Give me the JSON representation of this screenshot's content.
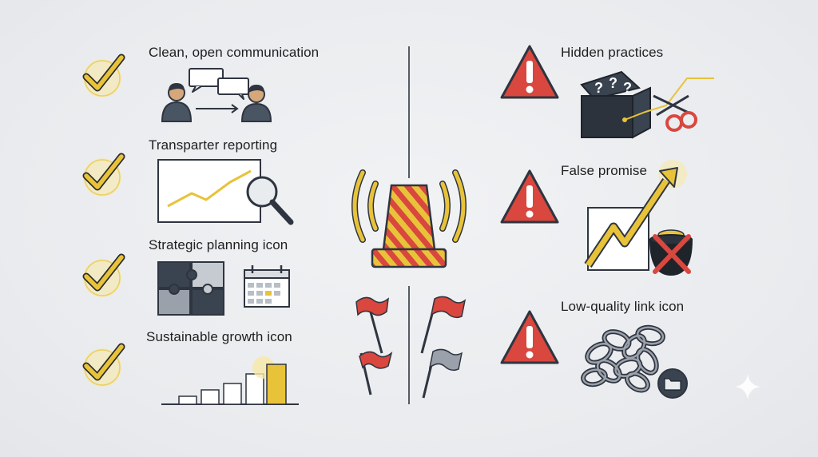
{
  "left_items": [
    {
      "label": "Clean, open communication",
      "icon": "two-people-chat-icon"
    },
    {
      "label": "Transparter reporting",
      "icon": "chart-magnifier-icon"
    },
    {
      "label": "Strategic planning icon",
      "icon": "puzzle-calendar-icon"
    },
    {
      "label": "Sustainable growth icon",
      "icon": "bar-growth-icon"
    }
  ],
  "right_items": [
    {
      "label": "Hidden practices",
      "icon": "mystery-box-scissors-icon"
    },
    {
      "label": "False promise",
      "icon": "rising-arrow-broken-pot-icon"
    },
    {
      "label": "Low-quality link icon",
      "icon": "tangled-chain-icon"
    }
  ],
  "center": {
    "icon": "siren-beacon-icon",
    "flags": [
      "red-flag-icon",
      "gray-flag-icon"
    ]
  },
  "colors": {
    "check": "#e8c33a",
    "warning": "#d9473e",
    "siren_red": "#d9473e",
    "ink": "#2f3540",
    "gray_flag": "#9aa1aa"
  }
}
